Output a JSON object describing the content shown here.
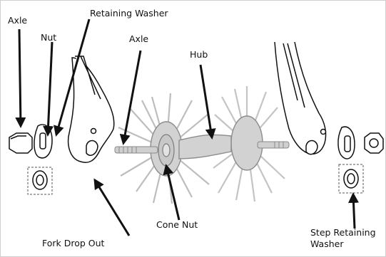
{
  "diagram": {
    "labels": {
      "axle_left": "Axle",
      "retaining_washer": "Retaining Washer",
      "nut": "Nut",
      "axle_center": "Axle",
      "hub": "Hub",
      "fork_drop_out": "Fork Drop Out",
      "cone_nut": "Cone Nut",
      "step_retaining_washer_line1": "Step Retaining",
      "step_retaining_washer_line2": "Washer"
    },
    "colors": {
      "ink": "#111111",
      "spoke_gray": "#b9b9b9",
      "hub_gray": "#8a8a8a",
      "dashed_box": "#555555"
    }
  }
}
